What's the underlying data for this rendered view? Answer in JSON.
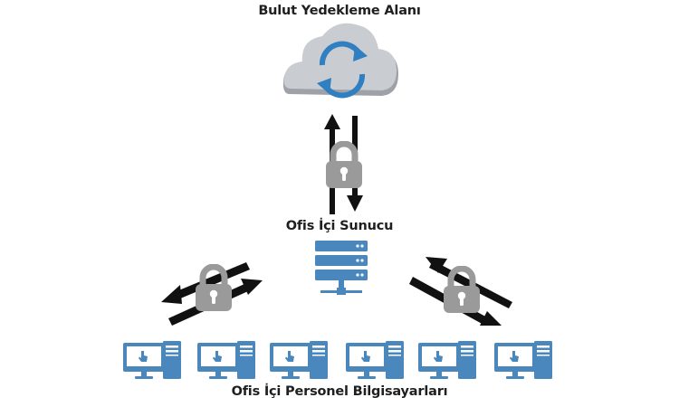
{
  "diagram": {
    "cloud_title": "Bulut Yedekleme Alanı",
    "server_title": "Ofis İçi Sunucu",
    "computers_title": "Ofis İçi Personel Bilgisayarları"
  },
  "icons": {
    "cloud": "cloud-sync-icon",
    "server": "server-rack-icon",
    "lock": "padlock-icon",
    "computer": "desktop-computer-icon"
  },
  "colors": {
    "cloud_fill": "#c9ccd1",
    "cloud_shadow": "#9ea2a8",
    "sync_arrows": "#2f7fc1",
    "server": "#4a87bd",
    "lock": "#9a9a9a",
    "arrows": "#111111",
    "computer": "#4a87bd"
  },
  "computers_count_shown": 6
}
